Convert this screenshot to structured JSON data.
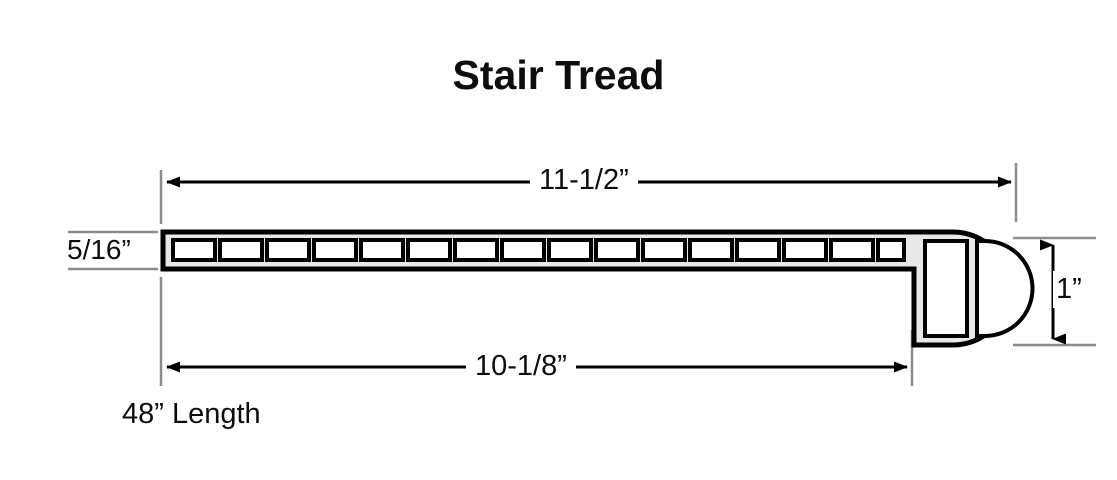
{
  "drawing": {
    "title": "Stair Tread",
    "caption": "48” Length",
    "background_color": "#ffffff",
    "line_color": "#000000",
    "fill_color": "#e8e8e8",
    "cavity_color": "#ffffff",
    "extension_line_color": "#8c8c8c"
  },
  "dimensions": {
    "top": {
      "label": "11-1/2”",
      "name": "overall-depth",
      "orientation": "horizontal",
      "arrow_style": "double"
    },
    "bottom": {
      "label": "10-1/8”",
      "name": "body-depth",
      "orientation": "horizontal",
      "arrow_style": "double"
    },
    "right": {
      "label": "1”",
      "name": "nose-height",
      "orientation": "vertical",
      "arrow_style": "double"
    },
    "thickness": {
      "label": "5/16”",
      "name": "tread-thickness",
      "orientation": "horizontal-leader",
      "arrow_style": "none"
    }
  },
  "profile": {
    "rib_count": 16,
    "nose_cavities": [
      "rectangular-cavity",
      "d-shaped-cavity"
    ]
  }
}
